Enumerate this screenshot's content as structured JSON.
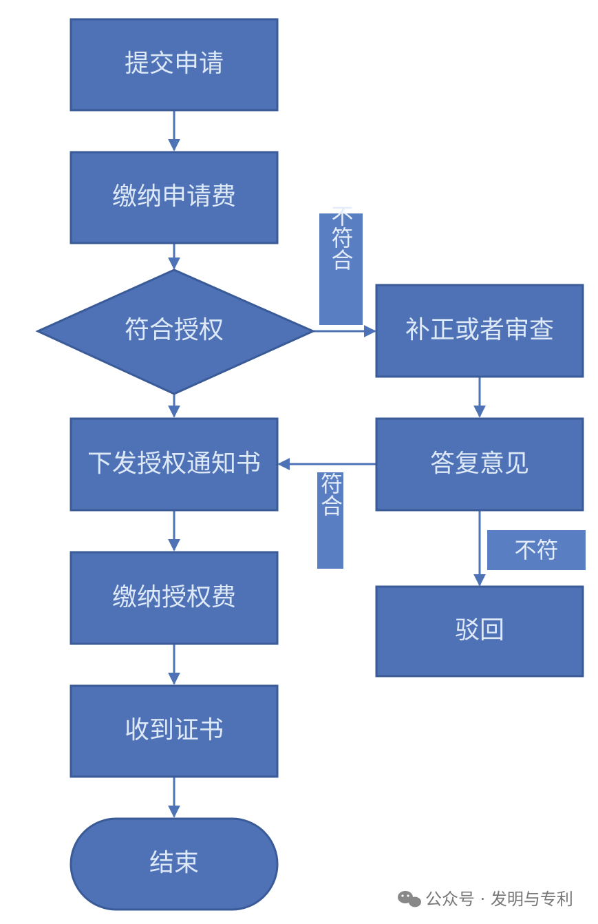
{
  "nodes": {
    "submit": "提交申请",
    "pay_application_fee": "缴纳申请费",
    "decision": "符合授权",
    "correction_review": "补正或者审查",
    "issue_notice": "下发授权通知书",
    "reply_opinion": "答复意见",
    "pay_grant_fee": "缴纳授权费",
    "reject": "驳回",
    "receive_certificate": "收到证书",
    "end": "结束"
  },
  "edge_labels": {
    "not_compliant_1": "不符合",
    "compliant": "符合",
    "not_compliant_2": "不符"
  },
  "watermark": "公众号 · 发明与专利",
  "colors": {
    "box_fill": "#4f71b6",
    "box_border": "#3a5a98",
    "text": "#dde9f7",
    "arrow": "#4d72b5"
  }
}
